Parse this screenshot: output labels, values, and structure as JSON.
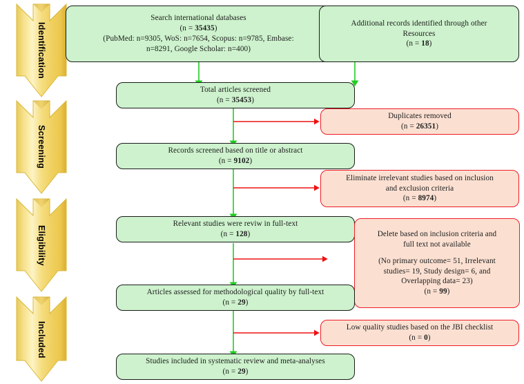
{
  "diagram": {
    "title": "PRISMA study selection flow diagram",
    "colors": {
      "green_fill": "#cdf2cd",
      "green_border": "#1a1a1a",
      "red_fill": "#fbe0d2",
      "red_border": "#ed1c24",
      "green_arrow": "#22cc22",
      "red_arrow": "#ee1111",
      "stage_arrow_fill": "#f7e07a",
      "stage_arrow_edge": "#d9b83a"
    }
  },
  "stages": [
    {
      "id": "identification",
      "label": "Identification"
    },
    {
      "id": "screening",
      "label": "Screening"
    },
    {
      "id": "eligibility",
      "label": "Eligibility"
    },
    {
      "id": "included",
      "label": "Included"
    }
  ],
  "boxes": {
    "search_databases": {
      "line1": "Search international databases",
      "line2_pre": "(n = ",
      "line2_num": "35435",
      "line2_post": ")",
      "line3": "(PubMed: n=9305, WoS: n=7654, Scopus: n=9785, Embase:",
      "line4": "n=8291, Google Scholar: n=400)"
    },
    "additional_records": {
      "line1": "Additional records identified through other",
      "line2": "Resources",
      "line3_pre": "(n = ",
      "line3_num": "18",
      "line3_post": ")"
    },
    "total_screened": {
      "line1": "Total articles screened",
      "line2_pre": "(n = ",
      "line2_num": "35453",
      "line2_post": ")"
    },
    "duplicates_removed": {
      "line1": "Duplicates removed",
      "line2_pre": "(n = ",
      "line2_num": "26351",
      "line2_post": ")"
    },
    "records_screened": {
      "line1": "Records screened based on title or abstract",
      "line2_pre": "(n = ",
      "line2_num": "9102",
      "line2_post": ")"
    },
    "eliminate_irrelevant": {
      "line1": "Eliminate irrelevant studies based on inclusion",
      "line2": "and exclusion criteria",
      "line3_pre": "(n = ",
      "line3_num": "8974",
      "line3_post": ")"
    },
    "relevant_fulltext": {
      "line1": "Relevant studies were reviw in full-text",
      "line2_pre": "(n = ",
      "line2_num": "128",
      "line2_post": ")"
    },
    "delete_inclusion": {
      "line1": "Delete based on inclusion criteria and",
      "line2": "full text not available",
      "line3": "(No primary outcome= 51, Irrelevant",
      "line4": "studies= 19, Study design= 6, and",
      "line5": "Overlapping data= 23)",
      "line6_pre": "(n = ",
      "line6_num": "99",
      "line6_post": ")"
    },
    "assessed_quality": {
      "line1": "Articles assessed for methodological quality by full-text",
      "line2_pre": "(n = ",
      "line2_num": "29",
      "line2_post": ")"
    },
    "low_quality": {
      "line1": "Low quality studies based on the JBI checklist",
      "line2_pre": "(n = ",
      "line2_num": "0",
      "line2_post": ")"
    },
    "included_final": {
      "line1": "Studies included in systematic review and meta-analyses",
      "line2_pre": "(n = ",
      "line2_num": "29",
      "line2_post": ")"
    }
  }
}
